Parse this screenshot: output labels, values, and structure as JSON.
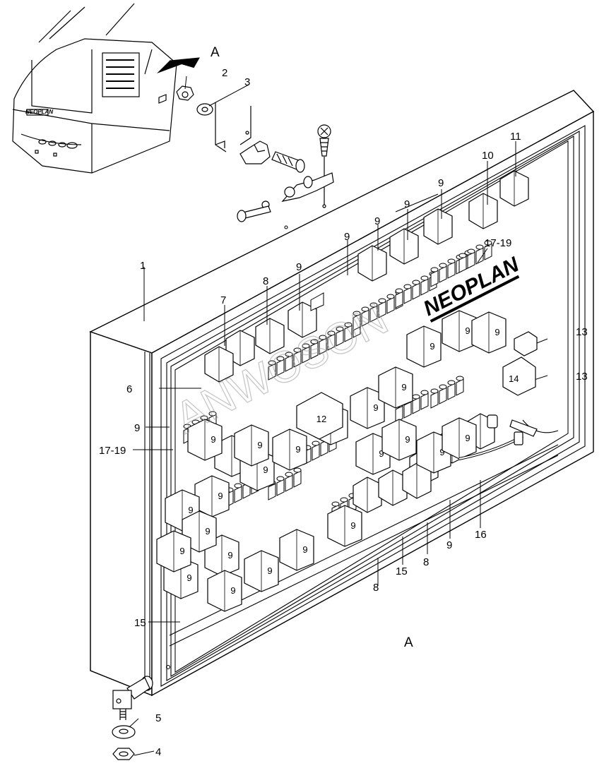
{
  "view_marker": "A",
  "watermark": "ANWOSON",
  "brand": "NEOPLAN",
  "relay_label": "9",
  "callouts": {
    "c1": "1",
    "c2": "2",
    "c3": "3",
    "c4": "4",
    "c5": "5",
    "c6": "6",
    "c7": "7",
    "c8": "8",
    "c10": "10",
    "c11": "11",
    "c12": "12",
    "c13": "13",
    "c14": "14",
    "c15": "15",
    "c16": "16",
    "c17_19": "17-19",
    "c9": "9"
  }
}
